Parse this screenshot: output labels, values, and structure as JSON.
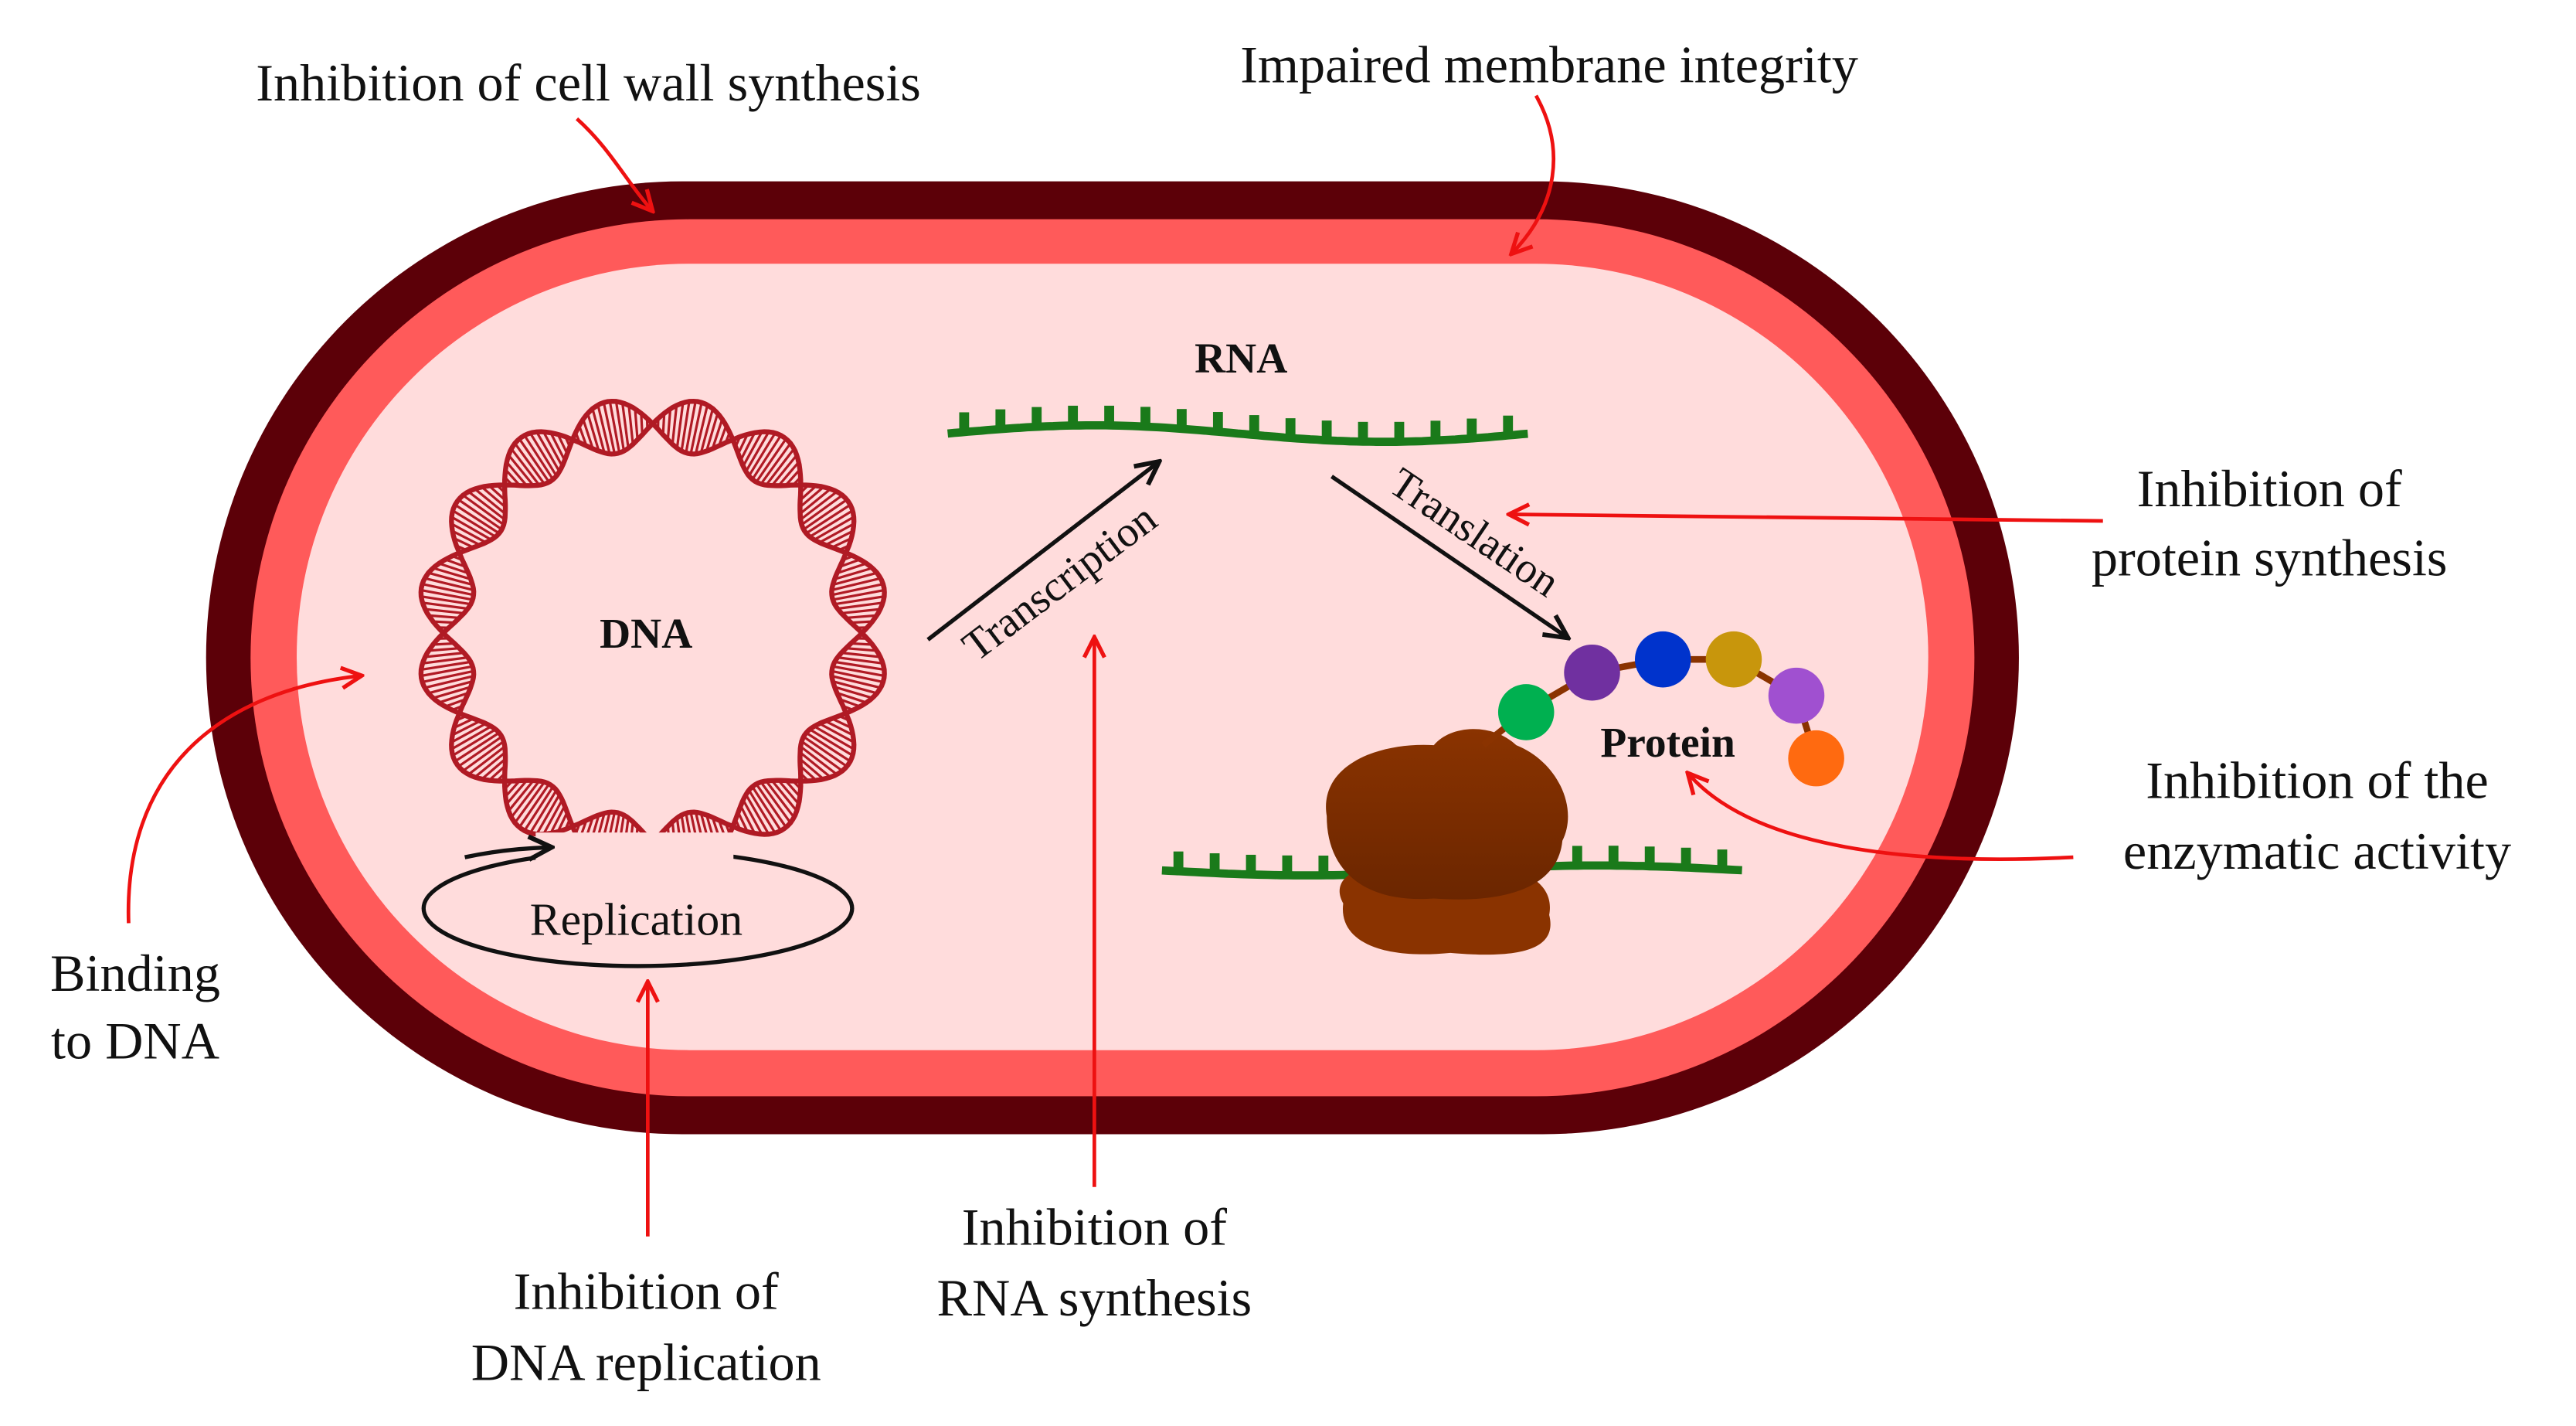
{
  "labels": {
    "cell_wall": "Inhibition of cell wall synthesis",
    "membrane": "Impaired membrane integrity",
    "protein_synthesis_1": "Inhibition of",
    "protein_synthesis_2": "protein synthesis",
    "enzymatic_1": "Inhibition of the",
    "enzymatic_2": "enzymatic activity",
    "binding_1": "Binding",
    "binding_2": "to DNA",
    "dna_replication_1": "Inhibition of",
    "dna_replication_2": "DNA replication",
    "rna_synthesis_1": "Inhibition of",
    "rna_synthesis_2": "RNA synthesis"
  },
  "molecules": {
    "dna": "DNA",
    "rna": "RNA",
    "protein": "Protein"
  },
  "processes": {
    "replication": "Replication",
    "transcription": "Transcription",
    "translation": "Translation"
  },
  "colors": {
    "cell_wall": "#5c0008",
    "membrane": "#ff5a5a",
    "cytoplasm": "#ffdcdc",
    "dna": "#b01a24",
    "rna": "#1a7a1a",
    "ribosome": "#8a3300",
    "inhibition_arrow": "#ee1111",
    "process_arrow": "#111111",
    "amino_acids": [
      "#00b050",
      "#7030a0",
      "#0033cc",
      "#c8960c",
      "#a050d0",
      "#ff6a10"
    ]
  }
}
